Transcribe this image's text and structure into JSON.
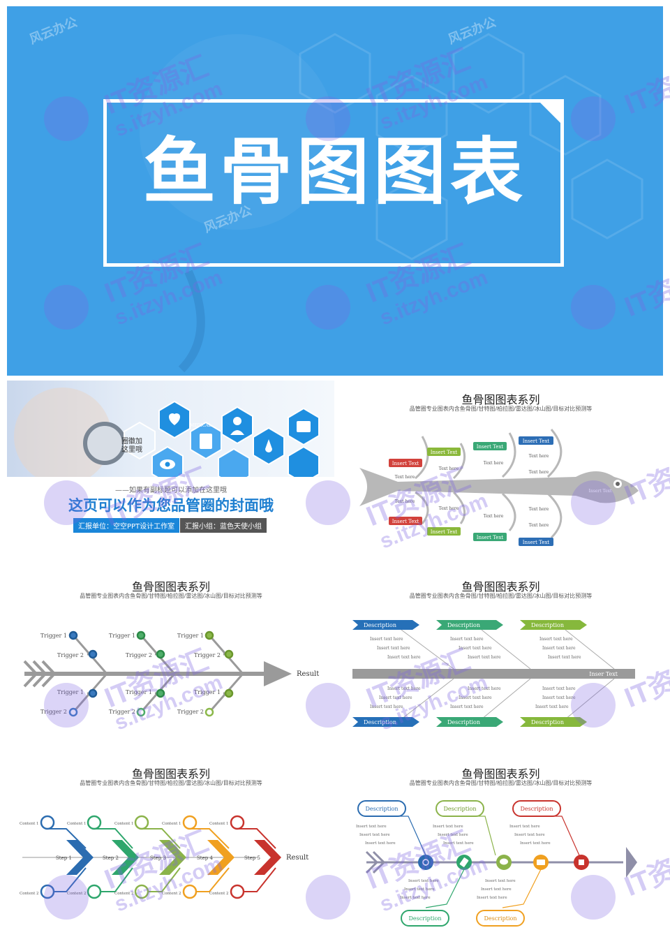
{
  "hero": {
    "title": "鱼骨图图表"
  },
  "watermark": {
    "brand": "IT资源汇",
    "domain": "s.itzyh.com",
    "corner": "风云办公"
  },
  "cover": {
    "badge": "圈徽加\n这里哦",
    "subtitle": "——如果有副标题可以添加在这里哦",
    "title": "这页可以作为您品管圈的封面哦",
    "tag1": "汇报单位：空空PPT设计工作室",
    "tag2": "汇报小组：蓝色天使小组",
    "medical_label": "MEDICAL"
  },
  "series": {
    "title": "鱼骨图图表系列",
    "subtitle": "品管圈专业图表内含鱼骨图/甘特图/柏拉图/雷达图/冰山图/目标对比预测等"
  },
  "slide2": {
    "insert_text": "Insert Text",
    "text_here": "Text here",
    "colors": {
      "red": "#d2423c",
      "green": "#8ab83a",
      "teal": "#3aa876",
      "blue": "#2d6eb5",
      "bone": "#b8b8b8"
    }
  },
  "slide3": {
    "trigger1": "Trigger 1",
    "trigger2": "Trigger 2",
    "result": "Result"
  },
  "slide4": {
    "description": "Description",
    "insert_text_here": "Insert text here",
    "inser_text": "Inser Text"
  },
  "slide5": {
    "content1": "Content 1",
    "content2": "Content 2",
    "result": "Result",
    "steps": [
      "Step 1",
      "Step 2",
      "Step 3",
      "Step 4",
      "Step 5"
    ],
    "colors": [
      "#2b6cb0",
      "#2ea66c",
      "#8bb34a",
      "#f0a020",
      "#c8332d"
    ]
  },
  "slide6": {
    "description": "Description",
    "insert_text_here": "Insert text here"
  }
}
